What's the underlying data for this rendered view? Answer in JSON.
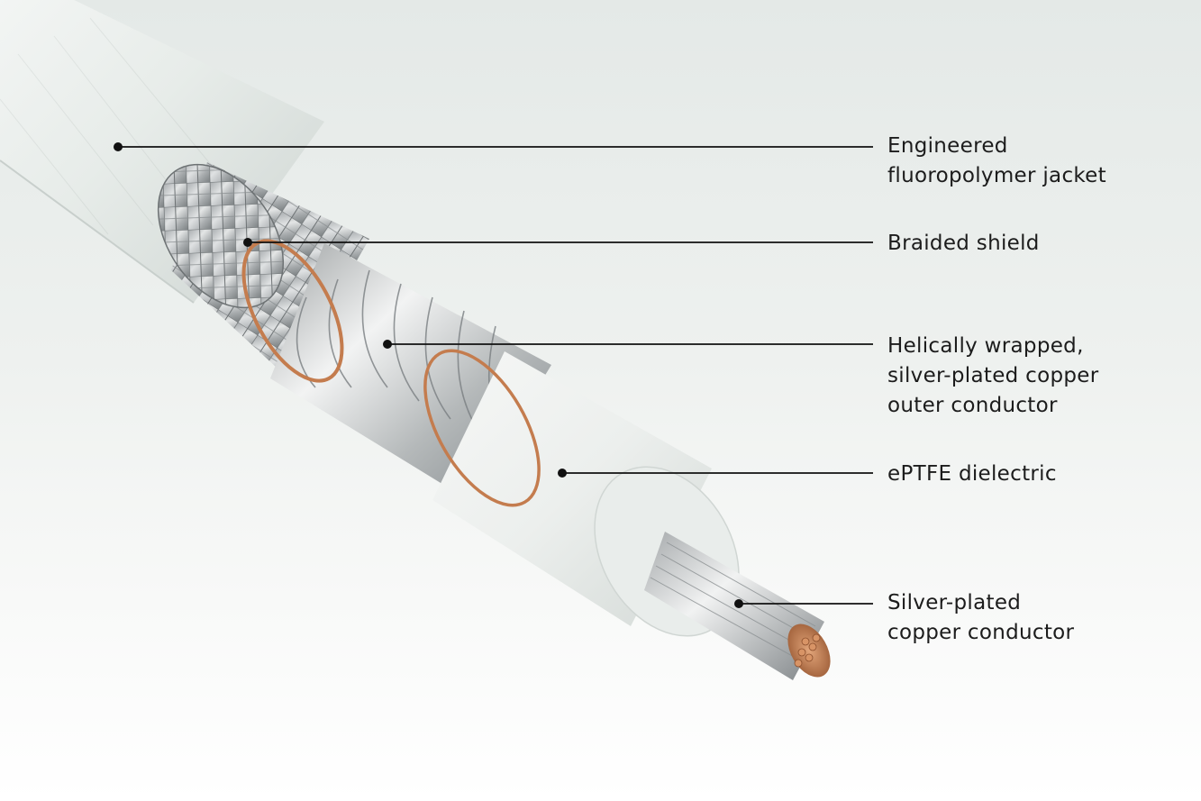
{
  "labels": [
    {
      "id": "jacket",
      "lines": [
        "Engineered",
        "fluoropolymer jacket"
      ]
    },
    {
      "id": "braid",
      "lines": [
        "Braided shield"
      ]
    },
    {
      "id": "outer",
      "lines": [
        "Helically wrapped,",
        "silver-plated copper",
        "outer conductor"
      ]
    },
    {
      "id": "dielectric",
      "lines": [
        "ePTFE dielectric"
      ]
    },
    {
      "id": "center",
      "lines": [
        "Silver-plated",
        "copper conductor"
      ]
    }
  ],
  "colors": {
    "jacket": "#e6ebe8",
    "metal": "#b9bcbd",
    "copper": "#c47c4e",
    "leader": "#111111",
    "text": "#1c1c1c"
  }
}
